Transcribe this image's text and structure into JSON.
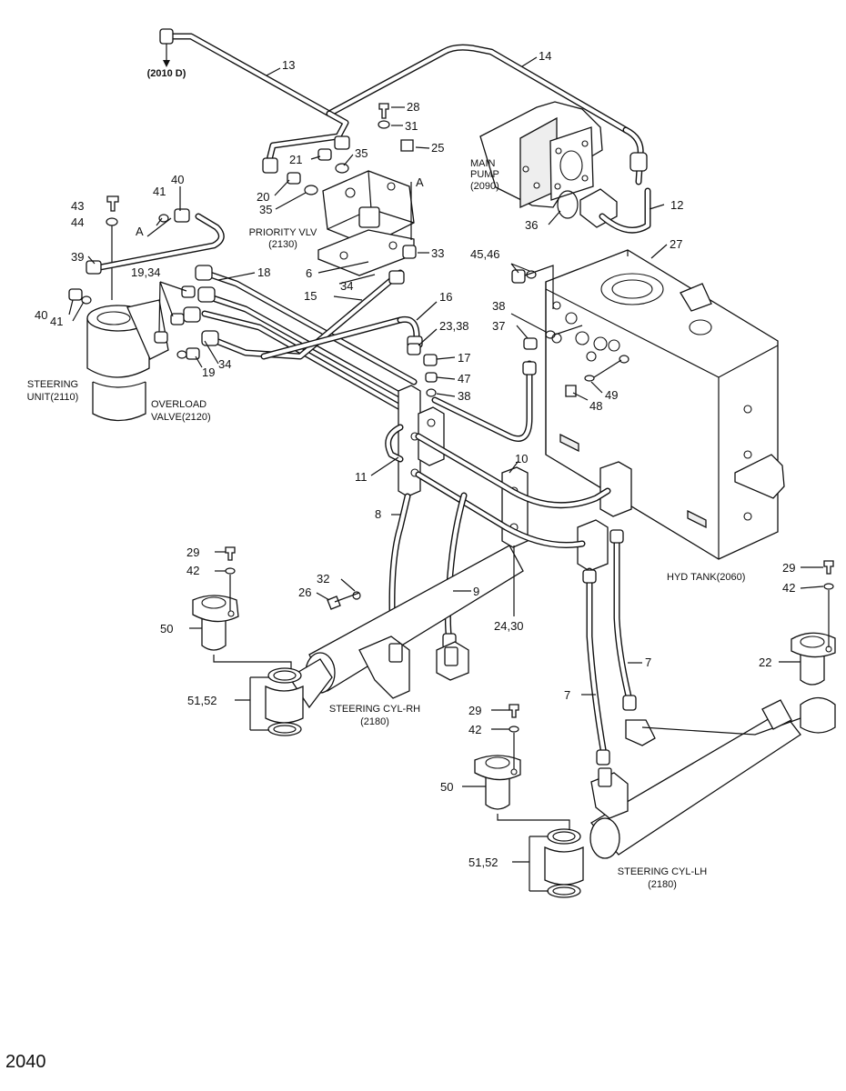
{
  "callouts": {
    "c2010d": "(2010 D)",
    "c13": "13",
    "c14": "14",
    "c28": "28",
    "c31": "31",
    "c25": "25",
    "c21": "21",
    "c35a": "35",
    "c20": "20",
    "c35b": "35",
    "cA1": "A",
    "cA2": "A",
    "c12": "12",
    "c36": "36",
    "c27": "27",
    "c43": "43",
    "c44": "44",
    "c41a": "41",
    "c40a": "40",
    "c39": "39",
    "c1934a": "19,34",
    "c18": "18",
    "c6": "6",
    "c34a": "34",
    "c33": "33",
    "c15": "15",
    "c16": "16",
    "c4546": "45,46",
    "c38a": "38",
    "c37": "37",
    "c2338": "23,38",
    "c17": "17",
    "c47": "47",
    "c38b": "38",
    "c49": "49",
    "c48": "48",
    "c40b": "40",
    "c41b": "41",
    "c19b": "19",
    "c34b": "34",
    "c11": "11",
    "c10": "10",
    "c8": "8",
    "c29a": "29",
    "c42a": "42",
    "c32": "32",
    "c26": "26",
    "c9": "9",
    "c2430": "24,30",
    "c29b": "29",
    "c42b": "42",
    "c50a": "50",
    "c22": "22",
    "c7a": "7",
    "c7b": "7",
    "c5152a": "51,52",
    "c29c": "29",
    "c42c": "42",
    "c50b": "50",
    "c5152b": "51,52"
  },
  "captions": {
    "main_pump_1": "MAIN",
    "main_pump_2": "PUMP",
    "main_pump_3": "(2090)",
    "priority_1": "PRIORITY VLV",
    "priority_2": "(2130)",
    "steering_unit_1": "STEERING",
    "steering_unit_2": "UNIT(2110)",
    "overload_1": "OVERLOAD",
    "overload_2": "VALVE(2120)",
    "hyd_tank": "HYD TANK(2060)",
    "cyl_rh_1": "STEERING CYL-RH",
    "cyl_rh_2": "(2180)",
    "cyl_lh_1": "STEERING CYL-LH",
    "cyl_lh_2": "(2180)"
  },
  "page_number": "2040"
}
